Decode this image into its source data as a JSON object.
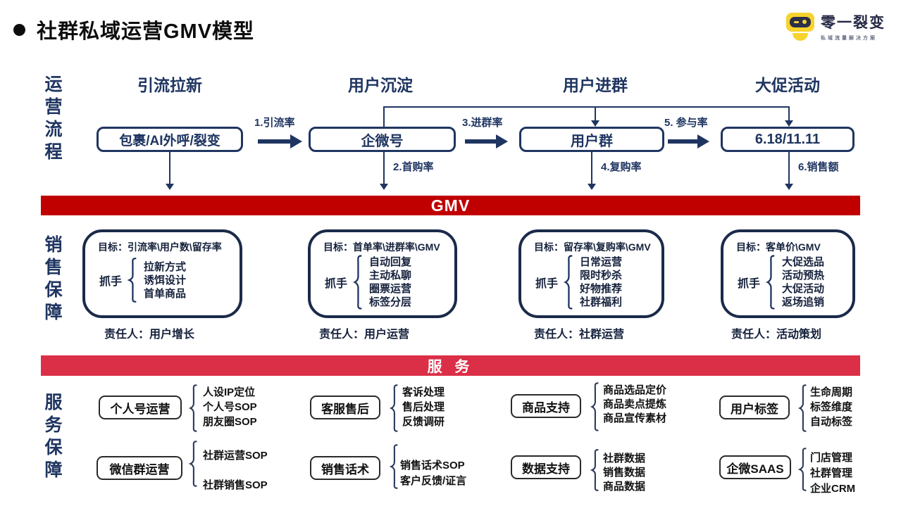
{
  "title": {
    "text": "社群私域运营GMV模型"
  },
  "logo": {
    "name": "零一裂变",
    "tagline": "私域流量解决方案"
  },
  "colors": {
    "navy": "#1f3561",
    "gmv_red": "#c00000",
    "service_red": "#db2f47",
    "logo_yellow": "#f6d32d"
  },
  "flow": {
    "section_label": "运营流程",
    "stages": [
      "引流拉新",
      "用户沉淀",
      "用户进群",
      "大促活动"
    ],
    "nodes": [
      "包裹/AI外呼/裂变",
      "企微号",
      "用户群",
      "6.18/11.11"
    ],
    "horizontal_arrows": [
      "1.引流率",
      "3.进群率",
      "5. 参与率"
    ],
    "down_arrows": [
      "2.首购率",
      "4.复购率",
      "6.销售额"
    ]
  },
  "gmv_bar": {
    "label": "GMV"
  },
  "sales": {
    "section_label": "销售保障",
    "cards": [
      {
        "goal": "目标：引流率\\用户数\\留存率",
        "lever_label": "抓手",
        "levers": [
          "拉新方式",
          "诱饵设计",
          "首单商品"
        ],
        "owner": "责任人：用户增长"
      },
      {
        "goal": "目标：首单率\\进群率\\GMV",
        "lever_label": "抓手",
        "levers": [
          "自动回复",
          "主动私聊",
          "圈票运营",
          "标签分层"
        ],
        "owner": "责任人：用户运营"
      },
      {
        "goal": "目标：留存率\\复购率\\GMV",
        "lever_label": "抓手",
        "levers": [
          "日常运营",
          "限时秒杀",
          "好物推荐",
          "社群福利"
        ],
        "owner": "责任人：社群运营"
      },
      {
        "goal": "目标：客单价\\GMV",
        "lever_label": "抓手",
        "levers": [
          "大促选品",
          "活动预热",
          "大促活动",
          "返场追销"
        ],
        "owner": "责任人：活动策划"
      }
    ]
  },
  "service_bar": {
    "label": "服 务"
  },
  "services": {
    "section_label": "服务保障",
    "groups": [
      {
        "title": "个人号运营",
        "items": [
          "人设IP定位",
          "个人号SOP",
          "朋友圈SOP"
        ]
      },
      {
        "title": "客服售后",
        "items": [
          "客诉处理",
          "售后处理",
          "反馈调研"
        ]
      },
      {
        "title": "商品支持",
        "items": [
          "商品选品定价",
          "商品卖点提炼",
          "商品宣传素材"
        ]
      },
      {
        "title": "用户标签",
        "items": [
          "生命周期",
          "标签维度",
          "自动标签"
        ]
      },
      {
        "title": "微信群运营",
        "items": [
          "社群运营SOP",
          "社群销售SOP"
        ]
      },
      {
        "title": "销售话术",
        "items": [
          "销售话术SOP",
          "客户反馈/证言"
        ]
      },
      {
        "title": "数据支持",
        "items": [
          "社群数据",
          "销售数据",
          "商品数据"
        ]
      },
      {
        "title": "企微SAAS",
        "items": [
          "门店管理",
          "社群管理",
          "企业CRM"
        ]
      }
    ]
  }
}
